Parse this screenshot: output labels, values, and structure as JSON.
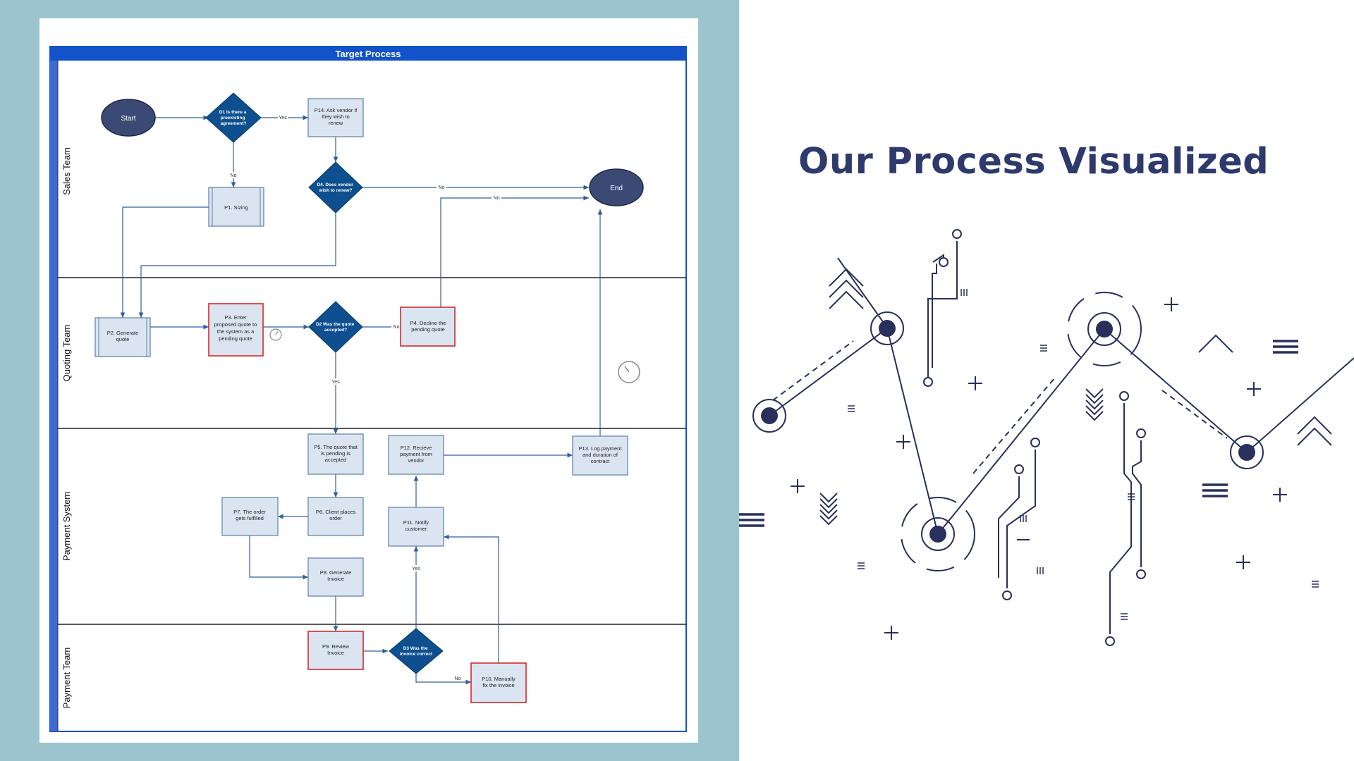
{
  "headline": "Our Process Visualized",
  "diagram": {
    "title": "Target Process",
    "lanes": [
      "Sales Team",
      "Quoting Team",
      "Payment System",
      "Payment Team"
    ],
    "nodes": {
      "start": "Start",
      "d1": [
        "D1 Is there a",
        "preexisting",
        "agreement?"
      ],
      "p14": [
        "P14. Ask vendor if",
        "they wish to",
        "renew"
      ],
      "p1": [
        "P1. Sizing"
      ],
      "d4": [
        "D4. Does vendor",
        "wish to renew?"
      ],
      "end": "End",
      "p2": [
        "P2. Generate",
        "quote"
      ],
      "p3": [
        "P3. Enter",
        "proposed quote to",
        "the system as a",
        "pending quote"
      ],
      "d2": [
        "D2 Was the quote",
        "accepted?"
      ],
      "p4": [
        "P4. Decline the",
        "pending quote"
      ],
      "p5": [
        "P5. The quote that",
        "is pending is",
        "accepted"
      ],
      "p12": [
        "P12. Recieve",
        "payment from",
        "vendor"
      ],
      "p13": [
        "P13. Log payment",
        "and duration of",
        "contract"
      ],
      "p7": [
        "P7. The order",
        "gets fulfilled"
      ],
      "p6": [
        "P6. Client places",
        "order"
      ],
      "p11": [
        "P11. Notify",
        "customer"
      ],
      "p8": [
        "P8. Generate",
        "Invoice"
      ],
      "p9": [
        "P9. Review",
        "Invoice"
      ],
      "d3": [
        "D3 Was the",
        "invoice correct"
      ],
      "p10": [
        "P10. Manually",
        "fix the invoice"
      ]
    },
    "edge_labels": {
      "yes": "Yes",
      "no": "No"
    }
  },
  "colors": {
    "frame_blue": "#1352c9",
    "diamond_blue": "#0d4f8f",
    "oval_navy": "#3b4a75",
    "process_fill": "#dbe5f1",
    "process_border": "#5b7fa8",
    "red_border": "#d42a2a",
    "lane_bar": "#3d6ad0",
    "left_panel_bg": "#9cc4cf",
    "headline": "#2d3a6b",
    "deco_navy": "#28305c"
  }
}
